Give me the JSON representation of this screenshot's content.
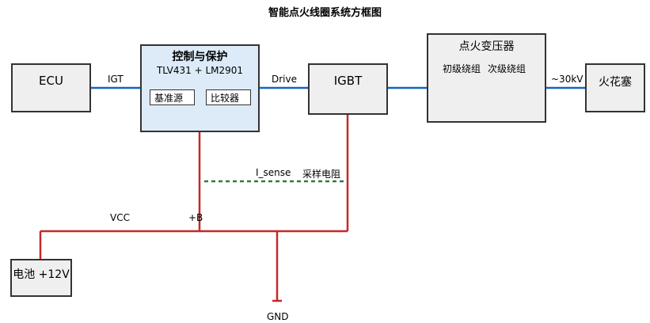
{
  "title": "智能点火线圈系统方框图",
  "colors": {
    "signal_line": "#1565C0",
    "power_line": "#C62828",
    "sense_line": "#2E7D32",
    "box_fill": "#EFEFEF",
    "control_fill": "#DDEBF8",
    "border": "#333333"
  },
  "blocks": {
    "ecu": {
      "label": "ECU"
    },
    "control": {
      "title": "控制与保护",
      "subtitle": "TLV431 + LM2901",
      "ref_label": "基准源",
      "comp_label": "比较器"
    },
    "igbt": {
      "label": "IGBT"
    },
    "transformer": {
      "title": "点火变压器",
      "primary_label": "初级绕组",
      "secondary_label": "次级绕组"
    },
    "spark_plug": {
      "label": "火花塞"
    },
    "battery": {
      "label": "电池 +12V"
    }
  },
  "signals": {
    "igt": "IGT",
    "drive": "Drive",
    "hv": "~30kV",
    "i_sense": "I_sense",
    "shunt": "采样电阻",
    "vcc": "VCC",
    "plus_b": "+B",
    "gnd": "GND"
  }
}
